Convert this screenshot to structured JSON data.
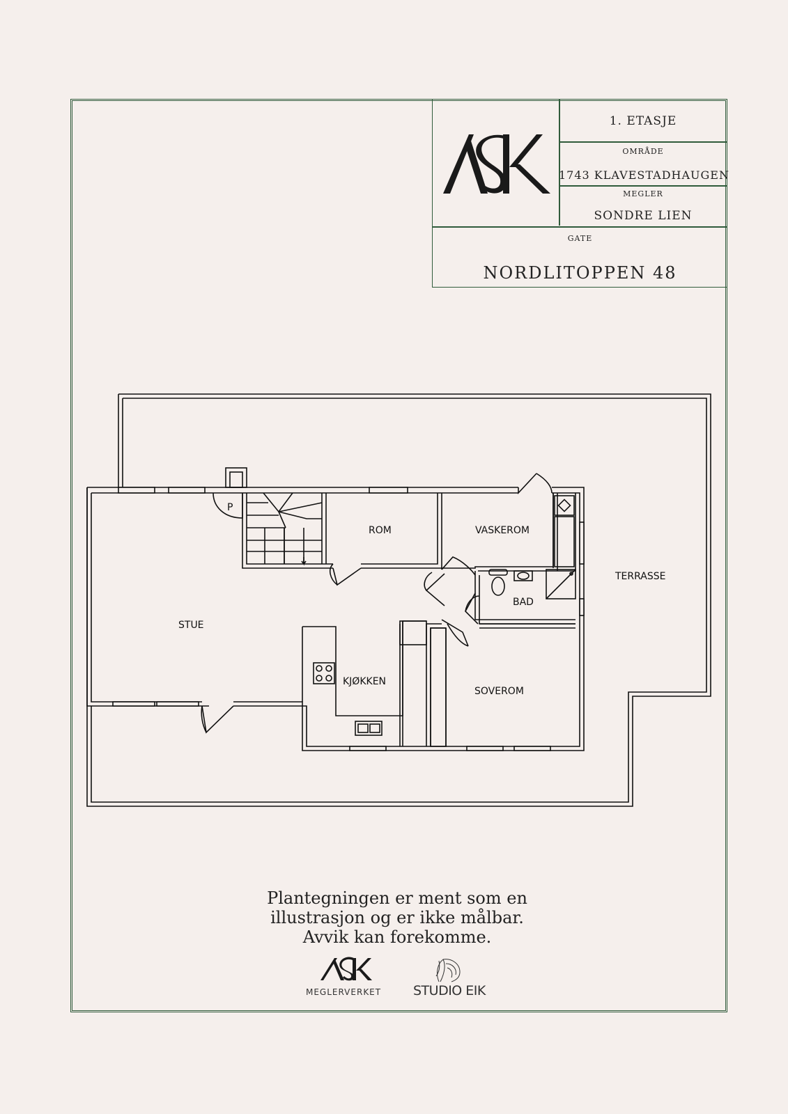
{
  "title_block": {
    "floor": "1. ETASJE",
    "area_label": "OMRÅDE",
    "area_value": "1743 KLAVESTADHAUGEN",
    "broker_label": "MEGLER",
    "broker_value": "SONDRE LIEN",
    "street_label": "GATE",
    "street_value": "NORDLITOPPEN 48",
    "logo_text": "ASK"
  },
  "rooms": {
    "stue": "STUE",
    "rom": "ROM",
    "vaskerom": "VASKEROM",
    "bad": "BAD",
    "kjokken": "KJØKKEN",
    "soverom": "SOVEROM",
    "terrasse": "TERRASSE",
    "parking": "P"
  },
  "disclaimer": {
    "line1": "Plantegningen er ment som en",
    "line2": "illustrasjon og er ikke målbar.",
    "line3": "Avvik kan forekomme."
  },
  "footer": {
    "ask_logo": "ASK",
    "ask_sub": "MEGLERVERKET",
    "eik_sub": "STUDIO EIK"
  },
  "colors": {
    "background": "#f5efec",
    "frame": "#2f5a3a",
    "ink": "#111111"
  }
}
